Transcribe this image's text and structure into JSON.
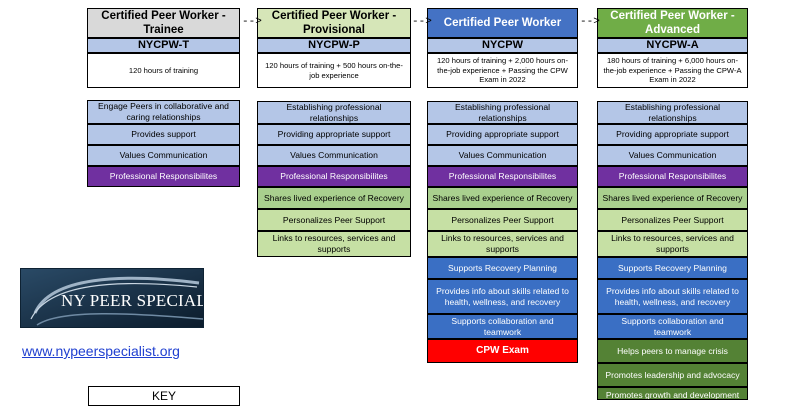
{
  "levels": [
    {
      "title": "Certified Peer Worker - Trainee",
      "code": "NYCPW-T",
      "requirements": "120 hours of training"
    },
    {
      "title": "Certified Peer Worker - Provisional",
      "code": "NYCPW-P",
      "requirements": "120 hours of training + 500 hours on-the-job experience"
    },
    {
      "title": "Certified Peer Worker",
      "code": "NYCPW",
      "requirements": "120 hours of training + 2,000 hours on-the-job experience + Passing the CPW Exam in 2022"
    },
    {
      "title": "Certified Peer Worker - Advanced",
      "code": "NYCPW-A",
      "requirements": "180 hours of training + 6,000 hours on-the-job experience + Passing the CPW-A Exam in 2022"
    }
  ],
  "arrows": [
    "-->",
    "-->",
    "-->"
  ],
  "competencies": {
    "col1": [
      "Engage Peers in collaborative and caring relationships",
      "Provides support",
      "Values Communication",
      "Professional Responsibilites"
    ],
    "col2": [
      "Establishing professional relationships",
      "Providing appropriate support",
      "Values Communication",
      "Professional Responsibilites",
      "Shares lived experience of Recovery",
      "Personalizes Peer Support",
      "Links to resources, services and supports"
    ],
    "col3": [
      "Establishing professional relationships",
      "Providing appropriate support",
      "Values Communication",
      "Professional Responsibilites",
      "Shares lived experience of Recovery",
      "Personalizes Peer Support",
      "Links to resources, services and supports",
      "Supports Recovery Planning",
      "Provides info about skills related to health, wellness, and recovery",
      "Supports collaboration and teamwork",
      "CPW Exam"
    ],
    "col4": [
      "Establishing professional relationships",
      "Providing appropriate support",
      "Values Communication",
      "Professional Responsibilites",
      "Shares lived experience of Recovery",
      "Personalizes Peer Support",
      "Links to resources, services and supports",
      "Supports Recovery Planning",
      "Provides info about skills related to health, wellness, and recovery",
      "Supports collaboration and teamwork",
      "Helps peers to manage crisis",
      "Promotes leadership and advocacy",
      "Promotes growth and development"
    ]
  },
  "logo_text": "NY PEER SPECIALISTS",
  "website": "www.nypeerspecialist.org",
  "key_label": "KEY",
  "colors": {
    "trainee_header": "#d9d9d9",
    "provisional_header": "#d6e6b8",
    "cpw_header": "#4472c4",
    "advanced_header": "#70ad47",
    "core_competency": "#b4c6e7",
    "professional": "#7030a0",
    "recovery": "#a9d08e",
    "planning": "#3a6fc4",
    "exam": "#ff0000",
    "advanced_skill": "#548235"
  }
}
